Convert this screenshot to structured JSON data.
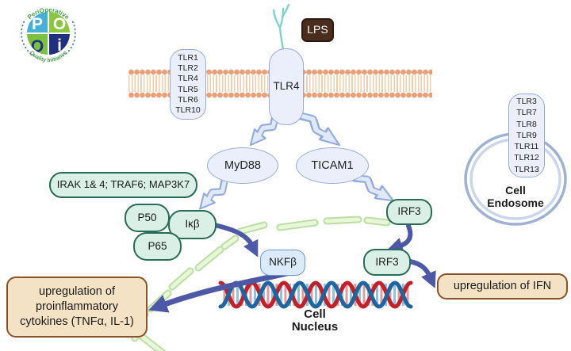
{
  "logo": {
    "letters": [
      "P",
      "O",
      "Q",
      "i"
    ],
    "arc_top": "PeriOperative",
    "arc_bottom": "Quality Initiative"
  },
  "ligand": {
    "label": "LPS"
  },
  "receptor": {
    "label": "TLR4"
  },
  "membrane_tlrs": {
    "items": [
      "TLR1",
      "TLR2",
      "TLR4",
      "TLR5",
      "TLR6",
      "TLR10"
    ]
  },
  "endosome": {
    "tlrs": [
      "TLR3",
      "TLR7",
      "TLR8",
      "TLR9",
      "TLR11",
      "TLR12",
      "TLR13"
    ],
    "title_line1": "Cell",
    "title_line2": "Endosome"
  },
  "adapters": {
    "myd88": "MyD88",
    "ticam1": "TICAM1"
  },
  "kinase_complex": "IRAK 1& 4; TRAF6; MAP3K7",
  "nfkb_complex": {
    "p50": "P50",
    "ikb": "Iκβ",
    "p65": "P65"
  },
  "irf3_upper": "IRF3",
  "irf3_lower": "IRF3",
  "nkfb": "NKFβ",
  "nucleus": {
    "line1": "Cell",
    "line2": "Nucleus"
  },
  "outputs": {
    "cytokines_line1": "upregulation of",
    "cytokines_line2": "proinflammatory",
    "cytokines_line3": "cytokines (TNFα, IL-1)",
    "ifn": "upregulation of IFN"
  },
  "colors": {
    "capsule_fill": "#eaeffb",
    "capsule_border": "#96aadb",
    "pill_fill": "#daefe5",
    "pill_border": "#286b57",
    "nkfb_fill": "#dcebfc",
    "nkfb_border": "#6e92d4",
    "box_fill": "#f3e2c3",
    "box_border": "#8c5129",
    "lps_fill": "#4a2d1d",
    "arrow_blue": "#4d58a6",
    "membrane": "#e7a077",
    "envelope_green": "#bfe3a8",
    "dna_red": "#c0202a",
    "dna_blue": "#1e649e",
    "antenna_teal": "#7fd3c9",
    "endosome_ring": "#9fb1d1"
  }
}
